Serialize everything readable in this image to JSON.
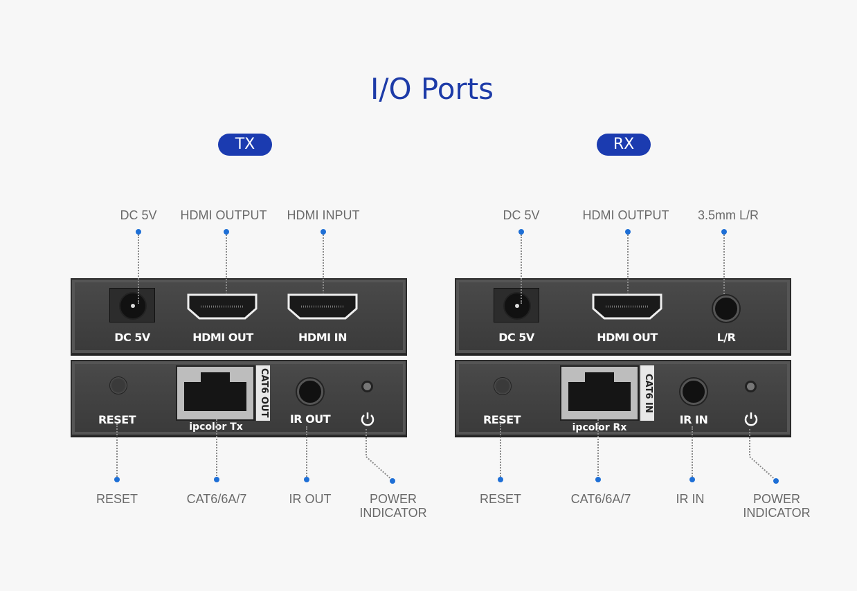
{
  "title": "I/O Ports",
  "tx": {
    "badge": "TX",
    "top_callouts": [
      "DC 5V",
      "HDMI OUTPUT",
      "HDMI INPUT"
    ],
    "panel_front": [
      "DC 5V",
      "HDMI OUT",
      "HDMI IN"
    ],
    "panel_back": {
      "reset": "RESET",
      "port_label": "CAT6 OUT",
      "brand": "ipcolor Tx",
      "ir": "IR OUT"
    },
    "bottom_callouts": [
      "RESET",
      "CAT6/6A/7",
      "IR OUT",
      "POWER",
      "INDICATOR"
    ]
  },
  "rx": {
    "badge": "RX",
    "top_callouts": [
      "DC 5V",
      "HDMI OUTPUT",
      "3.5mm L/R"
    ],
    "panel_front": [
      "DC 5V",
      "HDMI OUT",
      "L/R"
    ],
    "panel_back": {
      "reset": "RESET",
      "port_label": "CAT6 IN",
      "brand": "ipcolor Rx",
      "ir": "IR IN"
    },
    "bottom_callouts": [
      "RESET",
      "CAT6/6A/7",
      "IR IN",
      "POWER",
      "INDICATOR"
    ]
  },
  "colors": {
    "accent": "#1b3bb0",
    "callout_dot": "#1e6fd6"
  }
}
